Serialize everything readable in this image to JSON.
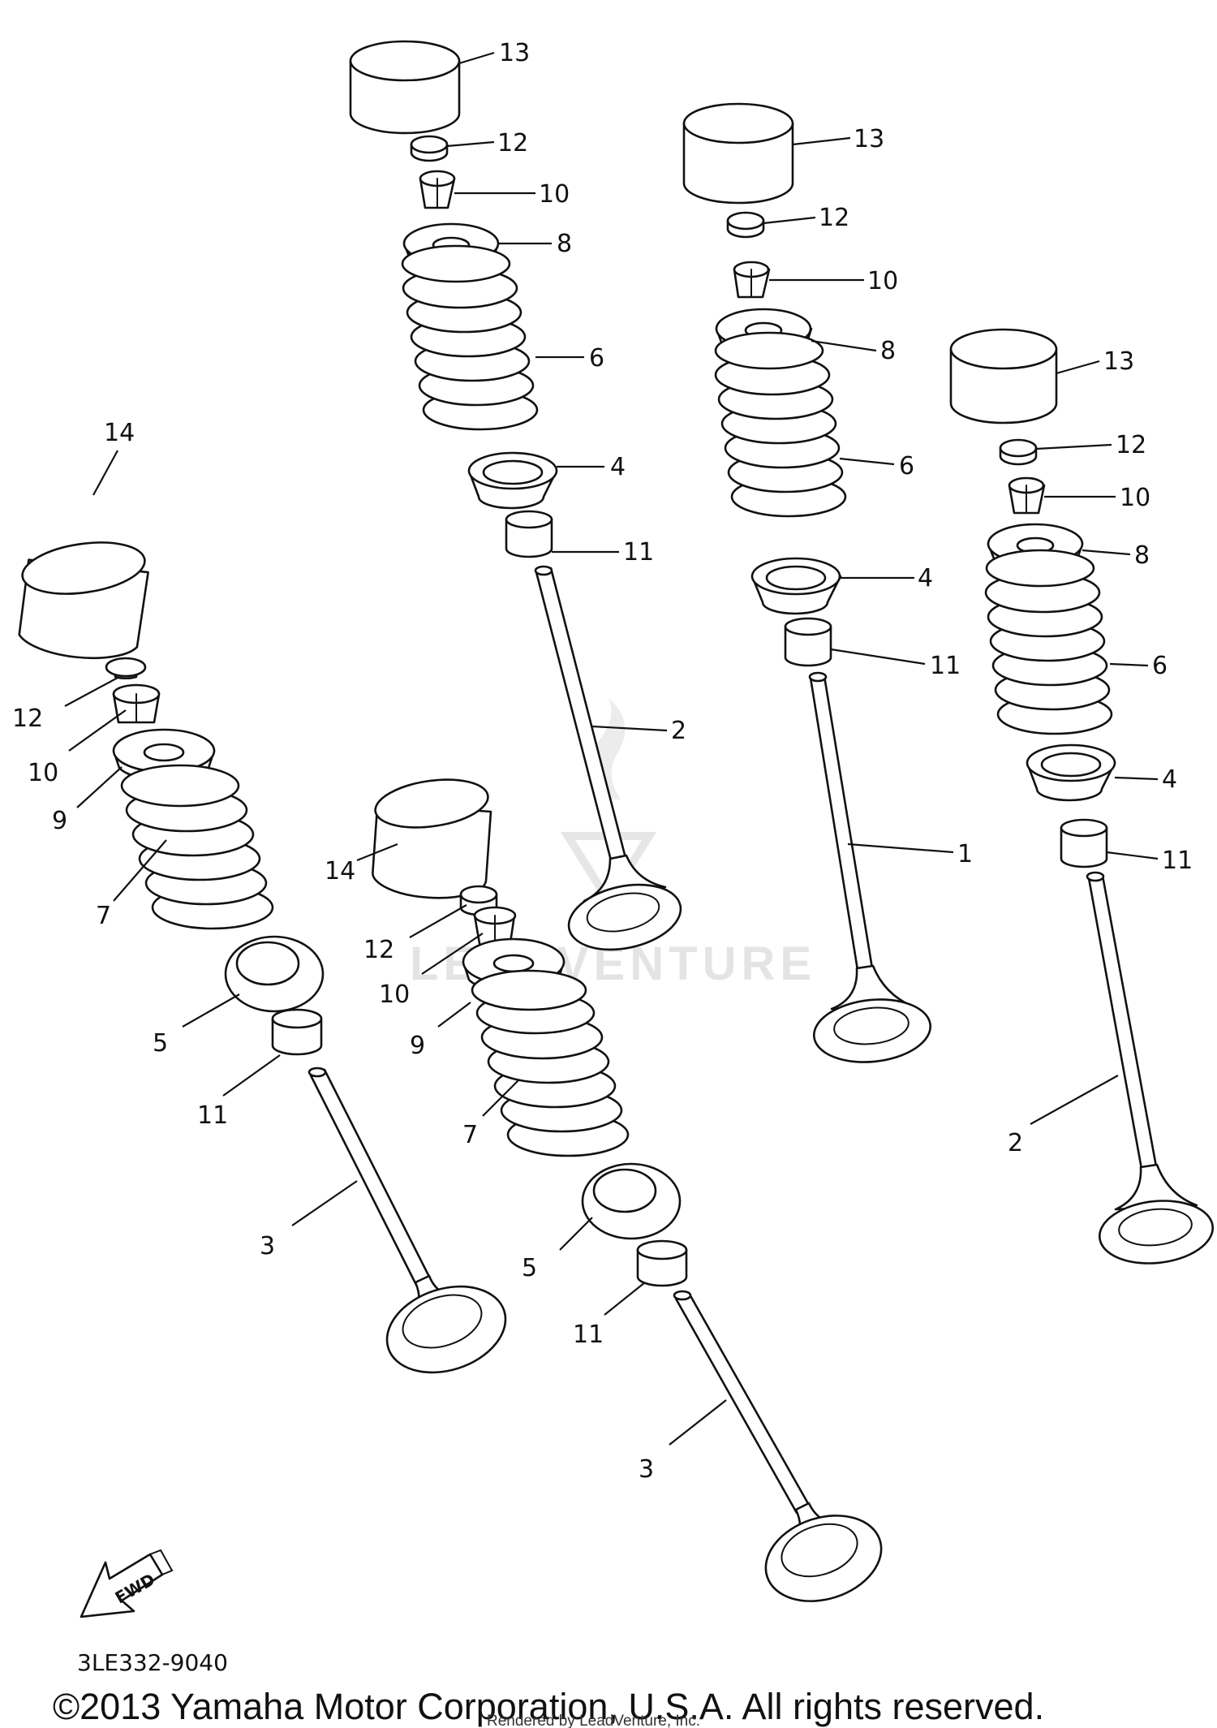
{
  "diagram": {
    "watermark": "LEADVENTURE",
    "fwd_label": "FWD",
    "part_code": "3LE332-9040",
    "copyright": "©2013 Yamaha Motor Corporation, U.S.A. All rights reserved.",
    "rendered_by": "Rendered by LeadVenture, Inc."
  },
  "callouts": {
    "a": {
      "c13": "13",
      "c12": "12",
      "c10": "10",
      "c8": "8",
      "c6": "6",
      "c4": "4",
      "c11": "11",
      "c2": "2"
    },
    "b": {
      "c13": "13",
      "c12": "12",
      "c10": "10",
      "c8": "8",
      "c6": "6",
      "c4": "4",
      "c11": "11",
      "c1": "1"
    },
    "c": {
      "c13": "13",
      "c12": "12",
      "c10": "10",
      "c8": "8",
      "c6": "6",
      "c4": "4",
      "c11": "11",
      "c2": "2"
    },
    "d": {
      "c14": "14",
      "c12": "12",
      "c10": "10",
      "c9": "9",
      "c7": "7",
      "c5": "5",
      "c11": "11",
      "c3": "3"
    },
    "e": {
      "c14": "14",
      "c12": "12",
      "c10": "10",
      "c9": "9",
      "c7": "7",
      "c5": "5",
      "c11": "11",
      "c3": "3"
    }
  }
}
